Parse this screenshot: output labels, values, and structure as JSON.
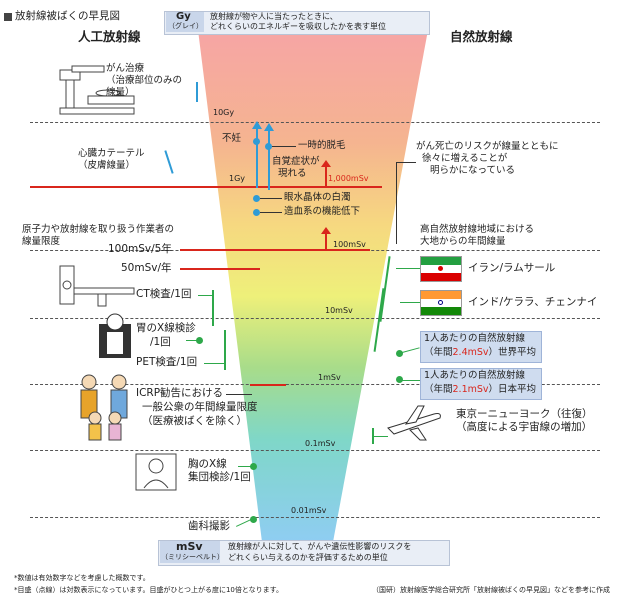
{
  "title": "放射線被ばくの早見図",
  "left_heading": "人工放射線",
  "right_heading": "自然放射線",
  "gy_unit": {
    "symbol": "Gy",
    "reading": "（グレイ）",
    "desc_1": "放射線が物や人に当たったときに、",
    "desc_2": "どれくらいのエネルギーを吸収したかを表す単位"
  },
  "msv_unit": {
    "symbol": "mSv",
    "reading": "（ミリシーベルト）",
    "desc_1": "放射線が人に対して、がんや遺伝性影響のリスクを",
    "desc_2": "どれくらい与えるのかを評価するための単位"
  },
  "scale": [
    "10Gy",
    "1Gy",
    "1,000mSv",
    "100mSv",
    "10mSv",
    "1mSv",
    "0.1mSv",
    "0.01mSv"
  ],
  "effects": {
    "sterility": "不妊",
    "hair_loss": "一時的脱毛",
    "symptoms_1": "自覚症状が",
    "symptoms_2": "現れる",
    "cataract": "眼水晶体の白濁",
    "blood": "造血系の機能低下"
  },
  "artificial": {
    "cancer_treatment": [
      "がん治療",
      "（治療部位のみの",
      "線量）"
    ],
    "cardiac": [
      "心臓カテーテル",
      "（皮膚線量）"
    ],
    "worker_1": "原子力や放射線を取り扱う作業者の",
    "worker_2": "線量限度",
    "limit_5y": "100mSv/5年",
    "limit_1y": "50mSv/年",
    "ct": "CT検査/1回",
    "stomach": [
      "胃のX線検診",
      "/1回"
    ],
    "pet": "PET検査/1回",
    "icrp": [
      "ICRP勧告における",
      "一般公衆の年間線量限度",
      "（医療被ばくを除く）"
    ],
    "chest": [
      "胸のX線",
      "集団検診/1回"
    ],
    "dental": "歯科撮影"
  },
  "natural": {
    "cancer_risk": [
      "がん死亡のリスクが線量とともに",
      "徐々に増えることが",
      "明らかになっている"
    ],
    "high_area": [
      "高自然放射線地域における",
      "大地からの年間線量"
    ],
    "iran": "イラン/ラムサール",
    "india": "インド/ケララ、チェンナイ",
    "world_avg": {
      "line1": "1人あたりの自然放射線",
      "pre": "（年間",
      "value": "2.4mSv",
      "post": "）世界平均"
    },
    "japan_avg": {
      "line1": "1人あたりの自然放射線",
      "pre": "（年間",
      "value": "2.1mSv",
      "post": "）日本平均"
    },
    "flight": [
      "東京ーニューヨーク（往復）",
      "（高度による宇宙線の増加）"
    ]
  },
  "notes": [
    "*数値は有効数字などを考慮した概数です。",
    "*目盛（点線）は対数表示になっています。目盛がひとつ上がる度に10倍となります。"
  ],
  "credit": "（国研）放射線医学総合研究所「放射線被ばくの早見図」などを参考に作成",
  "colors": {
    "red": "#d9261c",
    "green": "#2ea84a",
    "blue": "#2f9bd6",
    "highlight": "#d9261c"
  }
}
